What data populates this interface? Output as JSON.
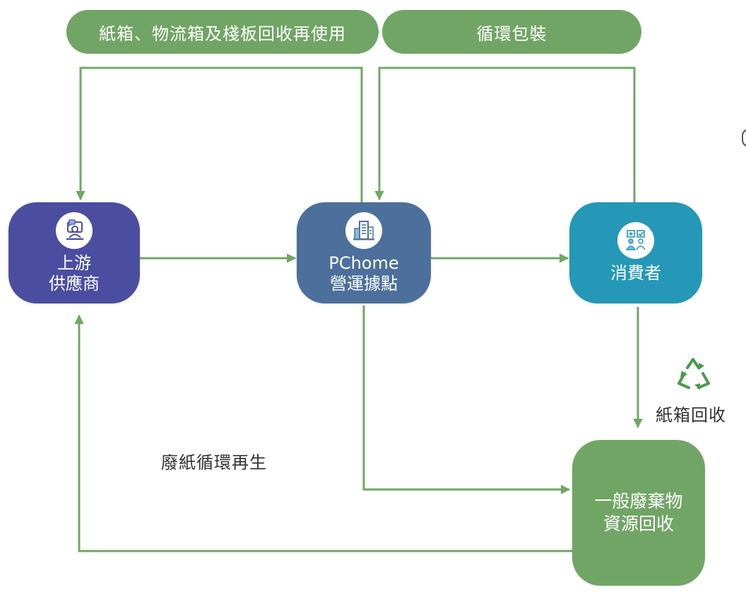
{
  "banners": {
    "reuse": "紙箱、物流箱及棧板回收再使用",
    "circular": "循環包裝"
  },
  "nodes": {
    "supplier": {
      "line1": "上游",
      "line2": "供應商",
      "color": "#4b4ea0",
      "icon": "supplier-person-icon"
    },
    "pchome": {
      "line1": "PChome",
      "line2": "營運據點",
      "color": "#4c709b",
      "icon": "building-icon"
    },
    "consumer": {
      "line1": "消費者",
      "color": "#2498b6",
      "icon": "consumers-icon"
    },
    "recycling": {
      "line1": "一般廢棄物",
      "line2": "資源回收",
      "color": "#71a565"
    }
  },
  "labels": {
    "carton_recycle": "紙箱回收",
    "paper_regen": "廢紙循環再生"
  },
  "colors": {
    "flow": "#6fa864",
    "recycle_icon": "#4a9a4a"
  }
}
